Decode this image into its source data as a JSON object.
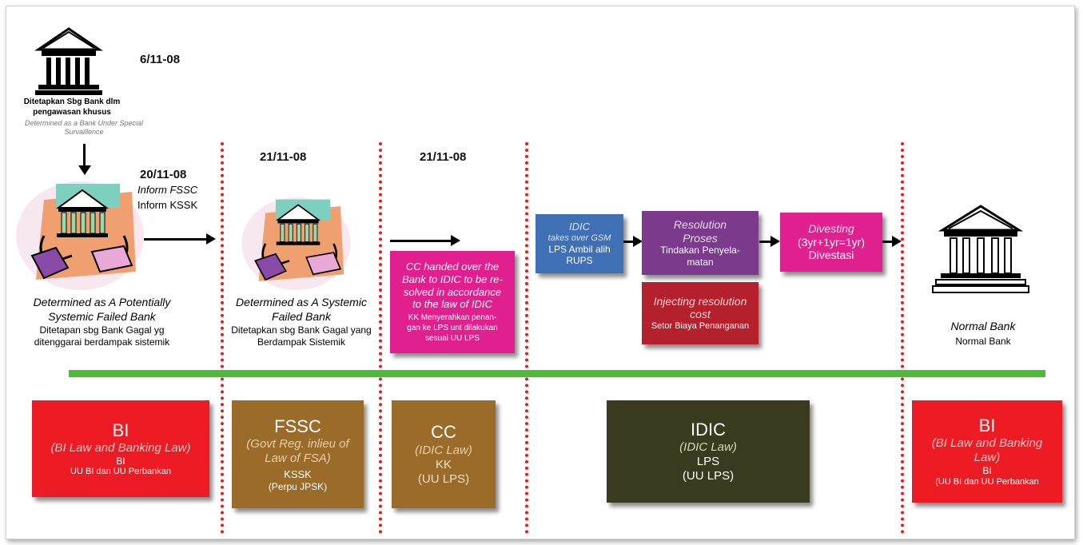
{
  "top": {
    "date": "6/11-08",
    "caption_bold_1": "Ditetapkan Sbg Bank dlm",
    "caption_bold_2": "pengawasan khusus",
    "caption_italic": "Determined as a Bank Under Special Survaillence"
  },
  "step1": {
    "date": "20/11-08",
    "inform_en": "Inform FSSC",
    "inform_id": "Inform KSSK",
    "title_en_1": "Determined as A Potentially",
    "title_en_2": "Systemic Failed Bank",
    "title_id_1": "Ditetapan sbg Bank Gagal yg",
    "title_id_2": "ditenggarai berdampak sistemik"
  },
  "step2": {
    "date": "21/11-08",
    "title_en_1": "Determined as A Systemic",
    "title_en_2": "Failed Bank",
    "title_id_1": "Ditetapkan sbg Bank Gagal yang",
    "title_id_2": "Berdampak Sistemik"
  },
  "step3": {
    "date": "21/11-08",
    "en_1": "CC handed over the",
    "en_2": "Bank to IDIC to be re-",
    "en_3": "solved in accordance",
    "en_4": "to the law of IDIC",
    "id_1": "KK Menyerahkan penan-",
    "id_2": "gan ke LPS unt dilakukan",
    "id_3": "sesuai UU LPS"
  },
  "process": {
    "idic_1": "IDIC",
    "idic_2": "takes over GSM",
    "idic_3": "LPS Ambil alih",
    "idic_4": "RUPS",
    "res_1": "Resolution",
    "res_2": "Proses",
    "res_3": "Tindakan Penyela-",
    "res_4": "matan",
    "div_1": "Divesting",
    "div_2": "(3yr+1yr=1yr)",
    "div_3": "Divestasi",
    "inj_1": "Injecting resolution",
    "inj_2": "cost",
    "inj_3": "Setor Biaya Penanganan"
  },
  "normal": {
    "en": "Normal Bank",
    "id": "Normal Bank"
  },
  "authorities": {
    "bi1": {
      "title": "BI",
      "sub": "(BI Law and Banking Law)",
      "l1": "BI",
      "l2": "UU BI dan UU Perbankan"
    },
    "fssc": {
      "title": "FSSC",
      "sub1": "(Govt Reg. inlieu of",
      "sub2": "Law of FSA)",
      "l1": "KSSK",
      "l2": "(Perpu JPSK)"
    },
    "cc": {
      "title": "CC",
      "sub": "(IDIC Law)",
      "l1": "KK",
      "l2": "(UU LPS)"
    },
    "idic": {
      "title": "IDIC",
      "sub": "(IDIC Law)",
      "l1": "LPS",
      "l2": "(UU LPS)"
    },
    "bi2": {
      "title": "BI",
      "sub1": "(BI Law and Banking",
      "sub2": "Law)",
      "l1": "BI",
      "l2": "(UU BI dan UU Perbankan"
    }
  },
  "colors": {
    "red": "#ed1c24",
    "brown": "#9b6b2a",
    "olive": "#3a3a1e",
    "magenta": "#e0208f",
    "blue": "#3f6fb5",
    "purple": "#7b3a8c",
    "darkred": "#b4202c",
    "green": "#4cbb3a"
  }
}
